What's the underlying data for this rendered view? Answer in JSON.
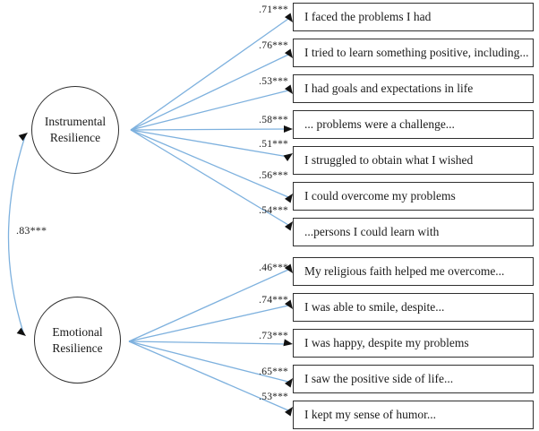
{
  "model": {
    "type": "sem-path-diagram",
    "latent": [
      {
        "id": "instrumental",
        "line1": "Instrumental",
        "line2": "Resilience"
      },
      {
        "id": "emotional",
        "line1": "Emotional",
        "line2": "Resilience"
      }
    ],
    "covariance_label": ".83***",
    "indicators": [
      {
        "factor": "instrumental",
        "loading": ".71***",
        "label": "I faced the problems I had"
      },
      {
        "factor": "instrumental",
        "loading": ".76***",
        "label": "I tried to learn something positive, including..."
      },
      {
        "factor": "instrumental",
        "loading": ".53***",
        "label": "I had goals and expectations in life"
      },
      {
        "factor": "instrumental",
        "loading": ".58***",
        "label": "... problems were a challenge..."
      },
      {
        "factor": "instrumental",
        "loading": ".51***",
        "label": "I struggled to obtain what I wished"
      },
      {
        "factor": "instrumental",
        "loading": ".56***",
        "label": "I could overcome my problems"
      },
      {
        "factor": "instrumental",
        "loading": ".54***",
        "label": "...persons I could learn with"
      },
      {
        "factor": "emotional",
        "loading": ".46***",
        "label": "My religious faith helped me overcome..."
      },
      {
        "factor": "emotional",
        "loading": ".74***",
        "label": "I was able to smile, despite..."
      },
      {
        "factor": "emotional",
        "loading": ".73***",
        "label": "I was happy, despite my problems"
      },
      {
        "factor": "emotional",
        "loading": ".65***",
        "label": "I saw the positive side of life..."
      },
      {
        "factor": "emotional",
        "loading": ".53***",
        "label": "I kept my sense of humor..."
      }
    ],
    "colors": {
      "path_blue": "#7eb1de",
      "arrowhead_black": "#111111",
      "box_border": "#2f2f2f",
      "text": "#1a1a1a",
      "background": "#ffffff"
    }
  }
}
